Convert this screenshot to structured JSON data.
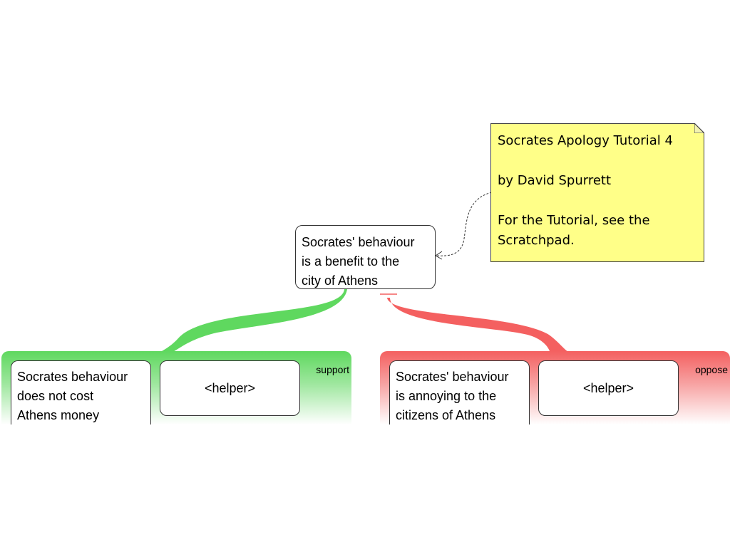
{
  "main_claim": {
    "lines": [
      "Socrates' behaviour",
      "is a benefit to the",
      "city of Athens"
    ]
  },
  "support": {
    "label": "support",
    "claim_lines": [
      "Socrates behaviour",
      "does not cost",
      "Athens money"
    ],
    "helper": "<helper>",
    "color": "#5fd85f"
  },
  "oppose": {
    "label": "oppose",
    "claim_lines": [
      "Socrates' behaviour",
      "is annoying to the",
      "citizens of Athens"
    ],
    "helper": "<helper>",
    "color": "#f46060"
  },
  "note": {
    "lines": [
      "Socrates Apology Tutorial 4",
      "",
      "by David Spurrett",
      "",
      "For the Tutorial, see the",
      "Scratchpad."
    ],
    "color": "#ffff88"
  }
}
